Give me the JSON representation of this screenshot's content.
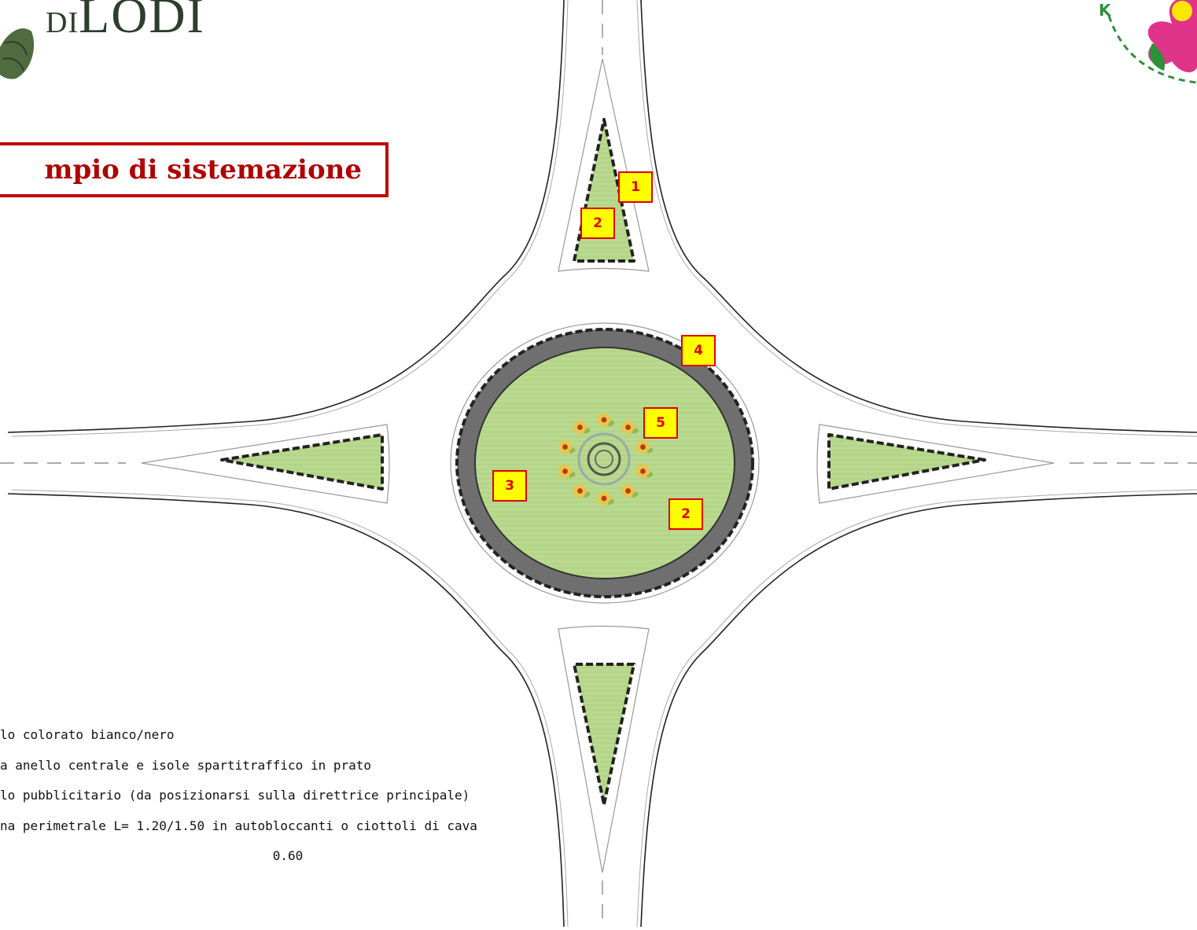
{
  "header": {
    "logo_text_small": "DI",
    "logo_text_big": "LODI",
    "title": "mpio di sistemazione"
  },
  "markers": [
    {
      "id": "marker-1",
      "label": "1"
    },
    {
      "id": "marker-2-top",
      "label": "2"
    },
    {
      "id": "marker-4",
      "label": "4"
    },
    {
      "id": "marker-5",
      "label": "5"
    },
    {
      "id": "marker-3",
      "label": "3"
    },
    {
      "id": "marker-2-center",
      "label": "2"
    }
  ],
  "legend": [
    "lo colorato bianco/nero",
    "a anello centrale e isole spartitraffico in prato",
    "lo pubblicitario (da posizionarsi sulla direttrice principale)",
    "na perimetrale L= 1.20/1.50 in autobloccanti o ciottoli di cava",
    "                                    0.60"
  ],
  "colors": {
    "grass": "#b9d98e",
    "ring": "#6f6f6f",
    "title_red": "#b00000",
    "marker_fill": "#ffff00",
    "marker_border": "#e00000",
    "flower_petal": "#e8c64a",
    "flower_center": "#b83a1e",
    "flower_leaf": "#8fb85a",
    "badge_pink": "#e0338a",
    "badge_yellow": "#ffe600",
    "badge_green": "#2f8f3a"
  }
}
